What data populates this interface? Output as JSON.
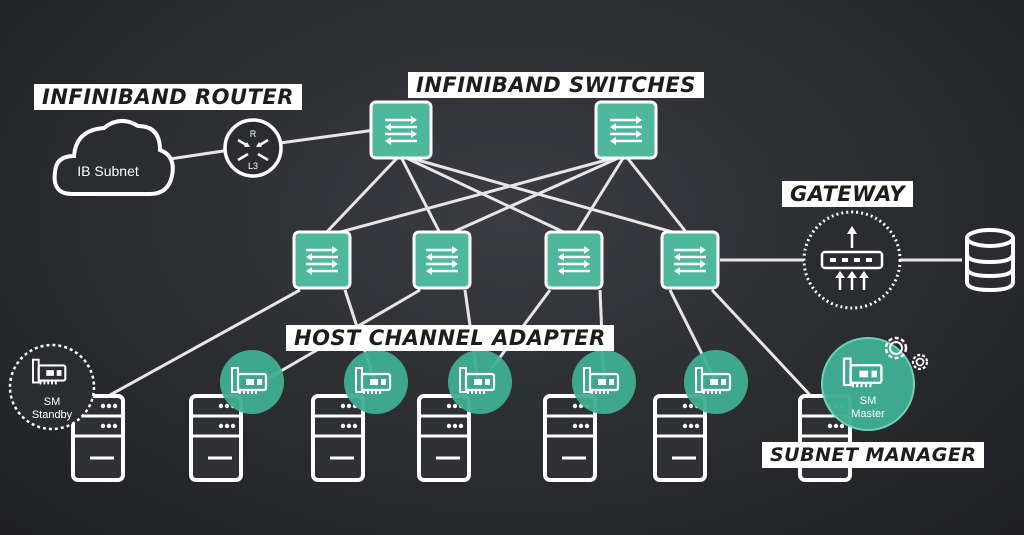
{
  "labels": {
    "router": "INFINIBAND ROUTER",
    "switches": "INFINIBAND SWITCHES",
    "gateway": "GATEWAY",
    "hca": "HOST CHANNEL ADAPTER",
    "subnet_manager": "SUBNET MANAGER"
  },
  "cloud": {
    "text": "IB Subnet"
  },
  "router_icon": {
    "top": "R",
    "bottom": "L3"
  },
  "sm_standby": {
    "line1": "SM",
    "line2": "Standby"
  },
  "sm_master": {
    "line1": "SM",
    "line2": "Master"
  },
  "colors": {
    "switch": "#4fb89c",
    "hca": "#3fae94",
    "background": "#2a2c30",
    "line": "#e8e8e8"
  },
  "icons": [
    "cloud-icon",
    "router-icon",
    "switch-icon",
    "gateway-icon",
    "database-icon",
    "server-icon",
    "network-card-icon",
    "gear-icon"
  ]
}
